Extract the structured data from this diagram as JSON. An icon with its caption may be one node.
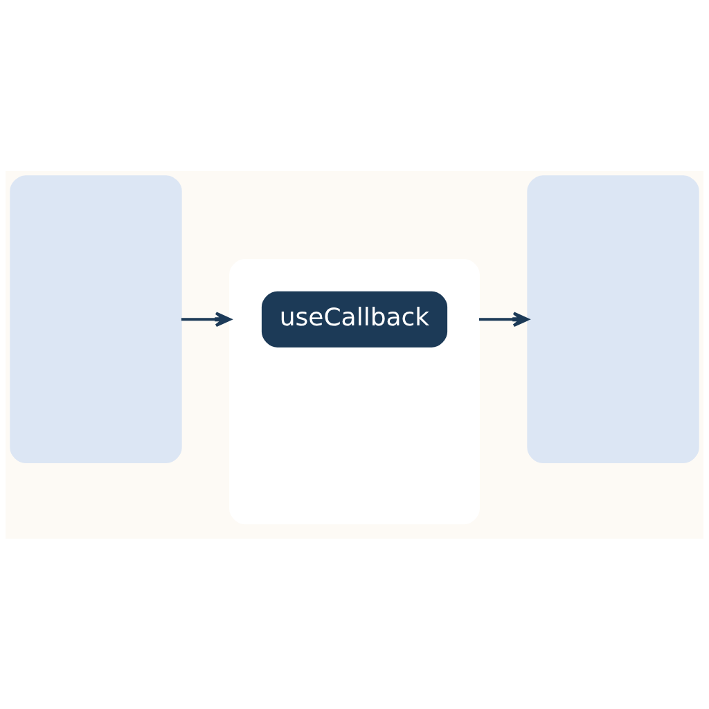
{
  "diagram": {
    "nodes": [
      {
        "text": [],
        "shape": "box"
      },
      {
        "text": [],
        "shape": "box"
      },
      {
        "text": [
          "useCallback"
        ],
        "in": 1
      },
      {
        "text": [],
        "shape": "box"
      }
    ],
    "edges": [
      {
        "from": 0,
        "to": 1,
        "arrow": "to"
      },
      {
        "from": 1,
        "to": 3,
        "arrow": "to"
      }
    ]
  }
}
